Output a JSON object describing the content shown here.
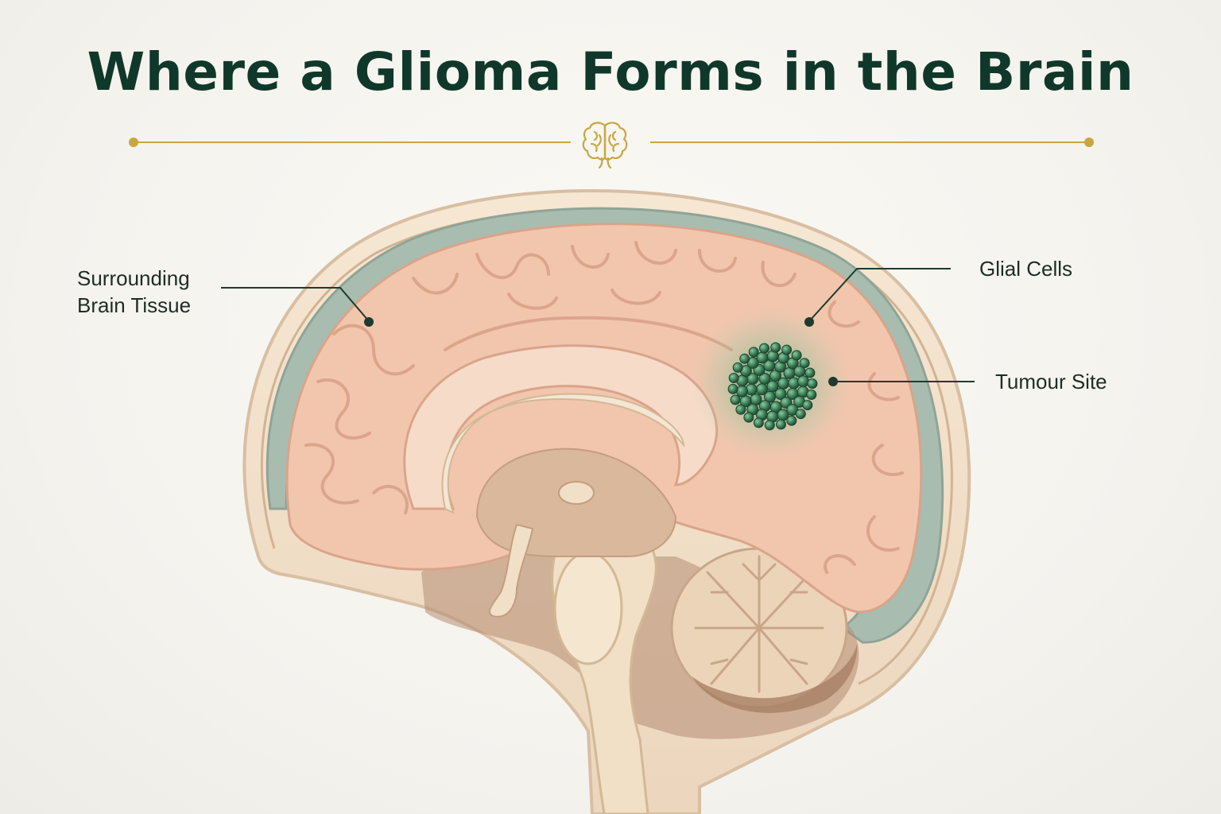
{
  "title": "Where a Glioma Forms in the Brain",
  "labels": {
    "surrounding_line1": "Surrounding",
    "surrounding_line2": "Brain Tissue",
    "glial_cells": "Glial Cells",
    "tumour_site": "Tumour Site"
  },
  "colors": {
    "title": "#10382a",
    "accent_gold": "#c9a640",
    "cortex": "#f1c6ad",
    "tumour": "#3f7f5a",
    "meninges": "#9fb5a8"
  },
  "icons": {
    "header": "brain-icon"
  }
}
